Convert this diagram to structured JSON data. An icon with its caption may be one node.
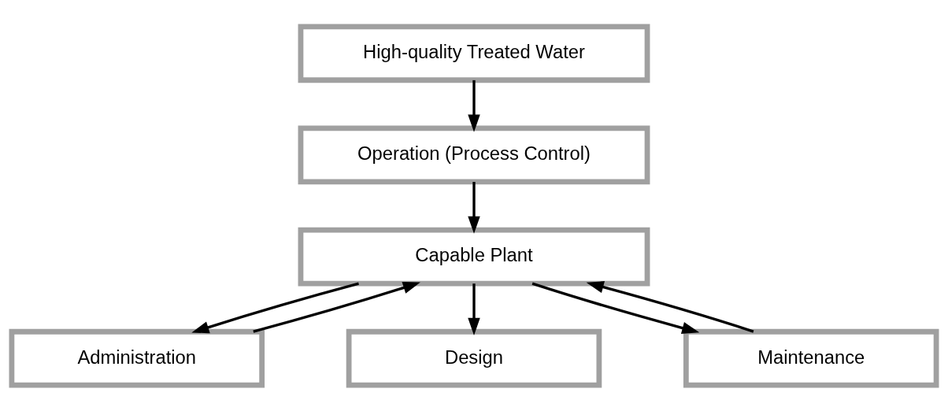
{
  "diagram": {
    "nodes": [
      {
        "text": [
          "High-quality Treated Water"
        ]
      },
      {
        "text": [
          "Operation (Process Control)"
        ]
      },
      {
        "text": [
          "Capable Plant"
        ]
      },
      {
        "text": [
          "Administration"
        ]
      },
      {
        "text": [
          "Design"
        ]
      },
      {
        "text": [
          "Maintenance"
        ]
      }
    ],
    "edges": [
      {
        "from": 0,
        "to": 1,
        "arrow": "to"
      },
      {
        "from": 1,
        "to": 2,
        "arrow": "to"
      },
      {
        "from": 2,
        "to": 3,
        "arrow": "to"
      },
      {
        "from": 3,
        "to": 2,
        "arrow": "to"
      },
      {
        "from": 2,
        "to": 4,
        "arrow": "to"
      },
      {
        "from": 5,
        "to": 2,
        "arrow": "to"
      },
      {
        "from": 2,
        "to": 5,
        "arrow": "to"
      }
    ]
  }
}
